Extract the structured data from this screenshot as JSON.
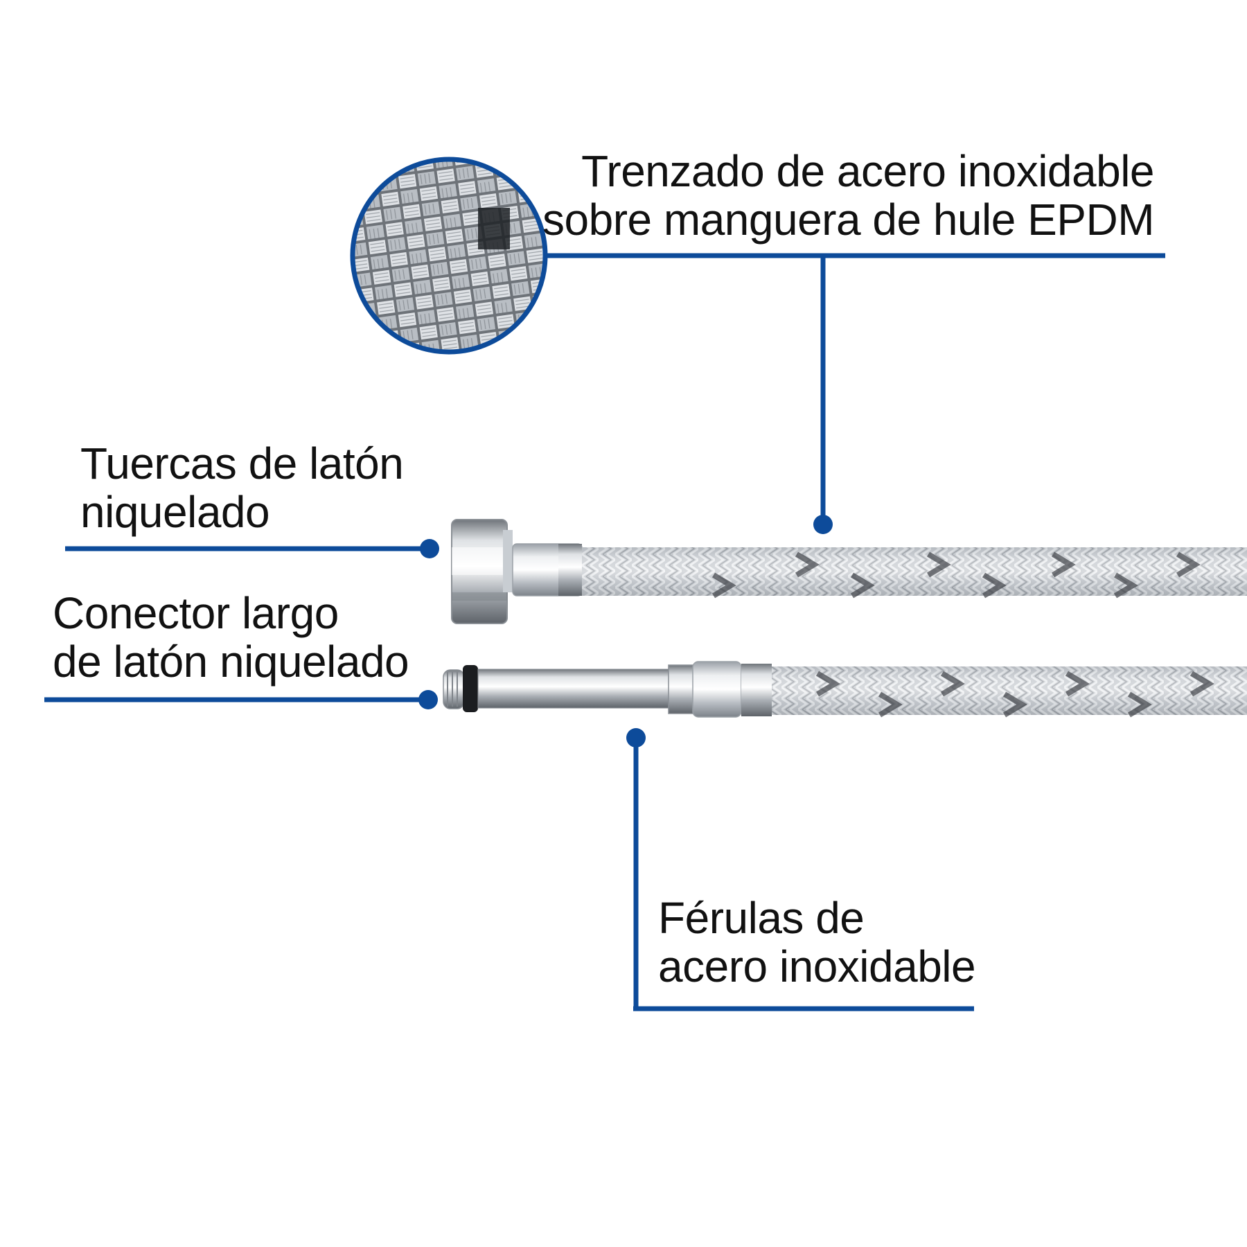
{
  "callouts": {
    "braid": {
      "line1": "Trenzado de acero inoxidable",
      "line2": "sobre manguera de hule EPDM"
    },
    "nuts": {
      "line1": "Tuercas de latón",
      "line2": "niquelado"
    },
    "connector": {
      "line1": "Conector largo",
      "line2": "de latón niquelado"
    },
    "ferrules": {
      "line1": "Férulas de",
      "line2": "acero inoxidable"
    }
  },
  "colors": {
    "accent": "#0d4b9a",
    "text": "#111111",
    "metal": "#c9cdd2",
    "braid_dark": "#4b4f55"
  },
  "icons": [
    "braid-zoom-icon",
    "hex-nut-icon",
    "hose-icon",
    "threaded-connector-icon"
  ]
}
